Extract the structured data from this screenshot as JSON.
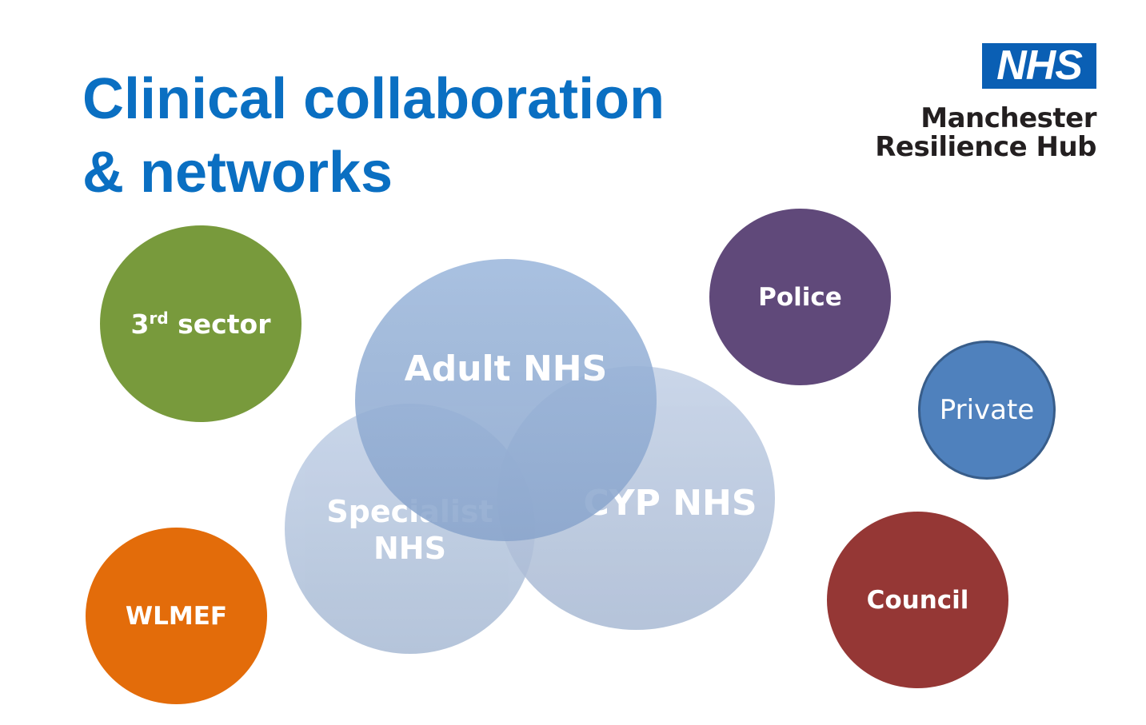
{
  "title": {
    "line1": "Clinical collaboration",
    "line2": "& networks"
  },
  "logo": {
    "badge": "NHS",
    "line1": "Manchester",
    "line2": "Resilience Hub"
  },
  "circles": {
    "third_sector": {
      "ordinal": "3",
      "suffix": "rd",
      "label": " sector",
      "color": "#789a3c"
    },
    "wlmef": {
      "label": "WLMEF",
      "color": "#e36c0a"
    },
    "police": {
      "label": "Police",
      "color": "#60497a"
    },
    "private": {
      "label": "Private",
      "color": "#4f81bd"
    },
    "council": {
      "label": "Council",
      "color": "#953735"
    }
  },
  "venn": {
    "adult": {
      "label": "Adult NHS"
    },
    "cyp": {
      "label": "CYP NHS"
    },
    "specialist": {
      "line1": "Specialist",
      "line2": "NHS"
    }
  },
  "colors": {
    "title": "#0a6fc2",
    "nhs_blue": "#0a5fb4"
  }
}
